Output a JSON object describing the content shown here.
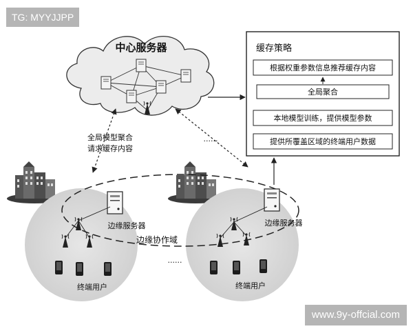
{
  "watermarks": {
    "top_left": "TG: MYYJJPP",
    "bottom_right": "www.9y-offcial.com"
  },
  "center_server": {
    "label": "中心服务器"
  },
  "strategy": {
    "title": "缓存策略",
    "steps": [
      "根据权重参数信息推荐缓存内容",
      "全局聚合",
      "本地模型训练，提供模型参数",
      "提供所覆盖区域的终端用户数据"
    ]
  },
  "left_annotation": {
    "line1": "全局模型聚合",
    "line2": "请求缓存内容"
  },
  "cells": {
    "left": {
      "edge_server_label": "边缘服务器",
      "users_label": "终端用户"
    },
    "right": {
      "edge_server_label": "边缘服务器",
      "users_label": "终端用户"
    }
  },
  "collab_label": "边缘协作域",
  "ellipsis_top": "......",
  "ellipsis_bottom": "......"
}
